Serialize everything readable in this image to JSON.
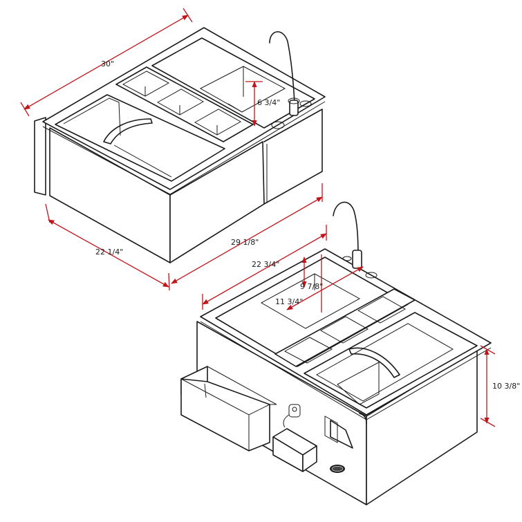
{
  "dimensions": {
    "top_width": "30\"",
    "top_depth": "22  1/4\"",
    "top_length": "29  1/8\"",
    "top_sink_depth": "6  3/4\"",
    "bottom_length": "22  3/4\"",
    "bottom_sink_width": "9  7/8\"",
    "bottom_sink_length": "11  3/4\"",
    "bottom_height": "10  3/8\""
  },
  "colors": {
    "dimension_lines": "#c0161b",
    "outline": "#1a1a1a",
    "background": "#ffffff"
  },
  "icons": [
    "faucet-icon",
    "bottle-opener-icon",
    "towel-ring-icon",
    "brand-badge-icon"
  ]
}
